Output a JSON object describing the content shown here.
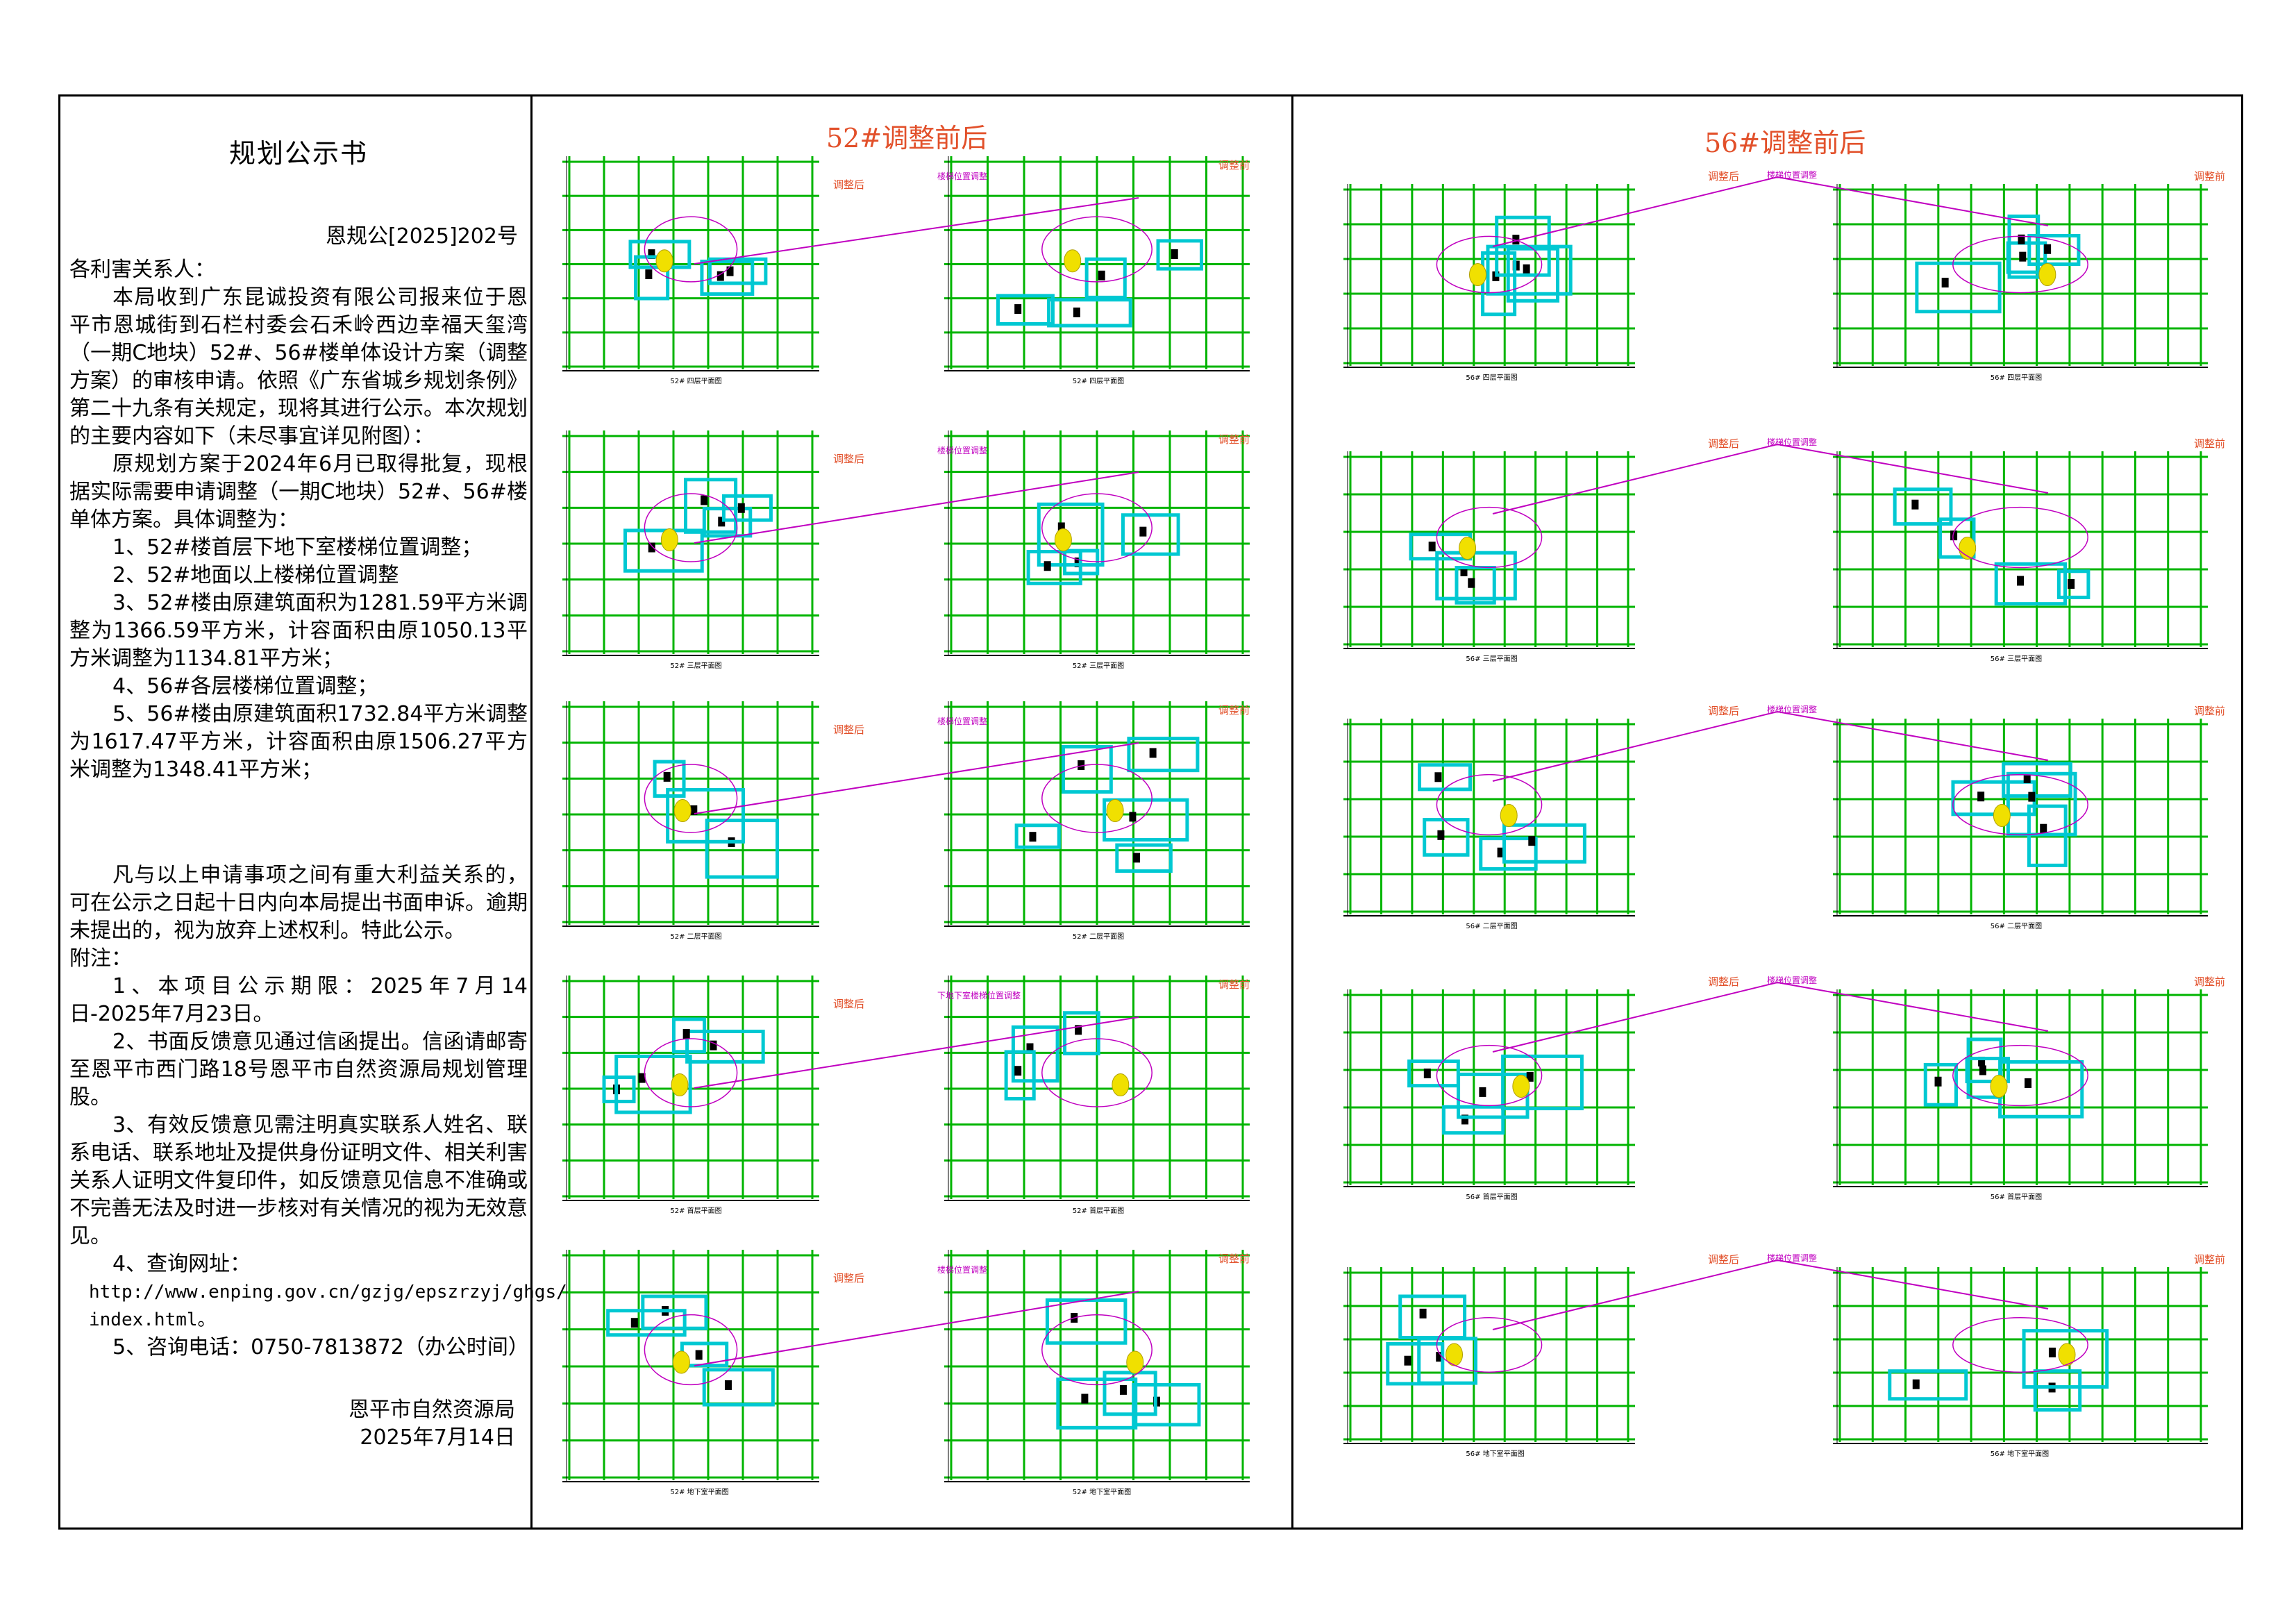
{
  "notice": {
    "title": "规划公示书",
    "doc_no": "恩规公[2025]202号",
    "salutation": "各利害关系人：",
    "para1": "本局收到广东昆诚投资有限公司报来位于恩平市恩城街到石栏村委会石禾岭西边幸福天玺湾（一期C地块）52#、56#楼单体设计方案（调整方案）的审核申请。依照《广东省城乡规划条例》第二十九条有关规定，现将其进行公示。本次规划的主要内容如下（未尽事宜详见附图）：",
    "para2": "原规划方案于2024年6月已取得批复，现根据实际需要申请调整（一期C地块）52#、56#楼单体方案。具体调整为：",
    "item1": "1、52#楼首层下地下室楼梯位置调整；",
    "item2": "2、52#地面以上楼梯位置调整",
    "item3": "3、52#楼由原建筑面积为1281.59平方米调整为1366.59平方米，计容面积由原1050.13平方米调整为1134.81平方米；",
    "item4": "4、56#各层楼梯位置调整；",
    "item5": "5、56#楼由原建筑面积1732.84平方米调整为1617.47平方米，计容面积由原1506.27平方米调整为1348.41平方米；",
    "para3": "凡与以上申请事项之间有重大利益关系的，可在公示之日起十日内向本局提出书面申诉。逾期未提出的，视为放弃上述权利。特此公示。",
    "annex": "附注：",
    "note1": "1、本项目公示期限：2025年7月14日-2025年7月23日。",
    "note2": "2、书面反馈意见通过信函提出。信函请邮寄至恩平市西门路18号恩平市自然资源局规划管理股。",
    "note3": "3、有效反馈意见需注明真实联系人姓名、联系电话、联系地址及提供身份证明文件、相关利害关系人证明文件复印件，如反馈意见信息不准确或不完善无法及时进一步核对有关情况的视为无效意见。",
    "note4": "4、查询网址：",
    "url_line1": "http://www.enping.gov.cn/gzjg/epszrzyj/ghgs/",
    "url_line2": "index.html。",
    "note5": "5、咨询电话：0750-7813872（办公时间）",
    "issuer": "恩平市自然资源局",
    "date": "2025年7月14日"
  },
  "panel52": {
    "title": "52#调整前后",
    "after": "调整后",
    "before": "调整前",
    "stair_note": "楼梯位置调整",
    "basement_note": "下地下室楼梯位置调整",
    "captions": [
      "52# 四层平面图",
      "52# 三层平面图",
      "52# 二层平面图",
      "52# 首层平面图",
      "52# 地下室平面图"
    ]
  },
  "panel56": {
    "title": "56#调整前后",
    "after": "调整后",
    "before": "调整前",
    "stair_note": "楼梯位置调整",
    "captions": [
      "56# 四层平面图",
      "56# 三层平面图",
      "56# 二层平面图",
      "56# 首层平面图",
      "56# 地下室平面图"
    ]
  },
  "colors": {
    "accent_red": "#e2502a",
    "grid_green": "#00b400",
    "wall_cyan": "#00c8d2",
    "magenta": "#c000c0",
    "yellow": "#f0e000"
  }
}
